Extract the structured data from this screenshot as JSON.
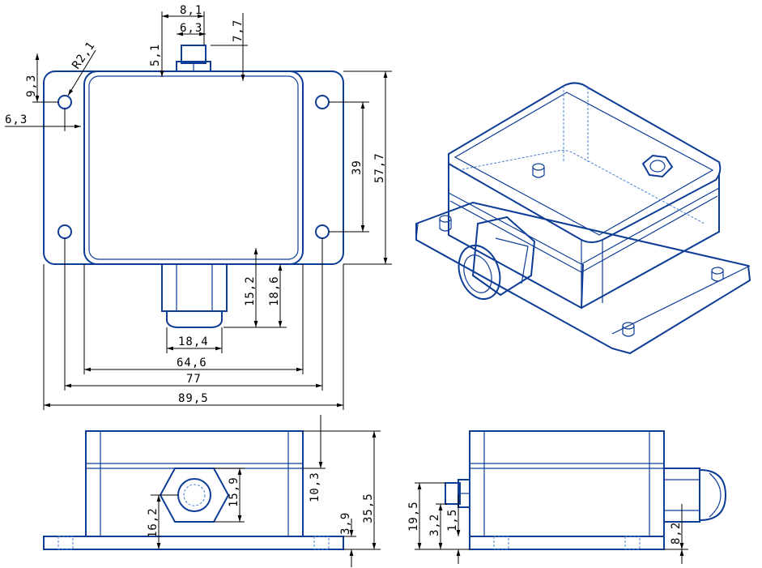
{
  "colors": {
    "part": "#0c3c96",
    "dimension": "#000000"
  },
  "dimensions": {
    "top_view": {
      "gland_outer": "8,1",
      "gland_inner": "6,3",
      "gland_offset": "7,7",
      "gland_height": "5,1",
      "hole_radius": "R2,1",
      "hole_y": "9,3",
      "hole_x": "6,3",
      "hole_spacing_y": "39",
      "flange_height": "57,7",
      "gland_depth": "15,2",
      "gland_total": "18,6",
      "gland_width": "18,4",
      "body_width": "64,6",
      "hole_spacing_x": "77",
      "flange_width": "89,5"
    },
    "front_view": {
      "lid_height": "10,3",
      "total_height": "35,5",
      "flange_thickness": "3,9",
      "gland_center": "16,2",
      "gland_nut": "15,9"
    },
    "side_view": {
      "gland_height": "19,5",
      "gland_step": "3,2",
      "gland_base": "1,5",
      "flange_side": "8,2"
    }
  }
}
